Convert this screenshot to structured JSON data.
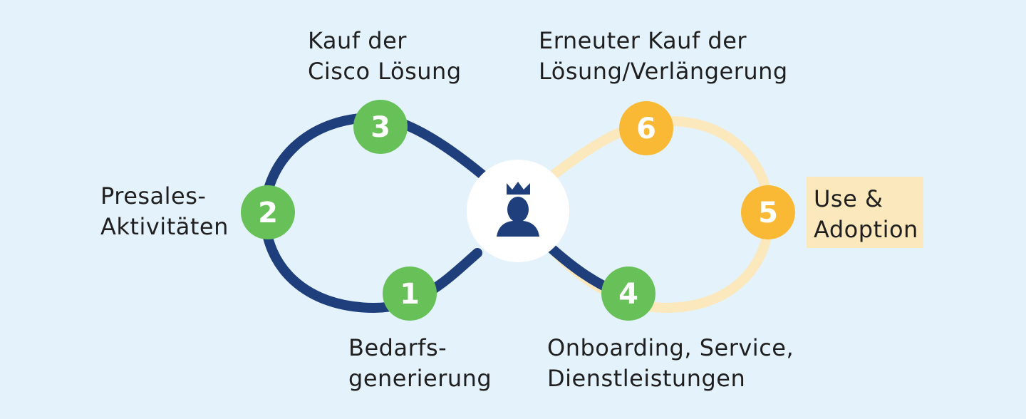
{
  "colors": {
    "background": "#e4f2fb",
    "loop_dark": "#1f3f7c",
    "loop_light": "#fce8bd",
    "step_green": "#67c158",
    "step_yellow": "#f9b935",
    "center_circle": "#ffffff",
    "icon": "#1f3f7c",
    "highlight_box": "#fce8bd"
  },
  "center": {
    "icon": "crowned-person-icon"
  },
  "steps": [
    {
      "number": "1",
      "color": "green",
      "label_lines": [
        "Bedarfs-",
        "generierung"
      ]
    },
    {
      "number": "2",
      "color": "green",
      "label_lines": [
        "Presales-",
        "Aktivitäten"
      ]
    },
    {
      "number": "3",
      "color": "green",
      "label_lines": [
        "Kauf der",
        "Cisco Lösung"
      ]
    },
    {
      "number": "4",
      "color": "green",
      "label_lines": [
        "Onboarding, Service,",
        "Dienstleistungen"
      ]
    },
    {
      "number": "5",
      "color": "yellow",
      "label_lines": [
        "Use &",
        "Adoption"
      ],
      "highlighted": true
    },
    {
      "number": "6",
      "color": "yellow",
      "label_lines": [
        "Erneuter Kauf der",
        "Lösung/Verlängerung"
      ]
    }
  ]
}
